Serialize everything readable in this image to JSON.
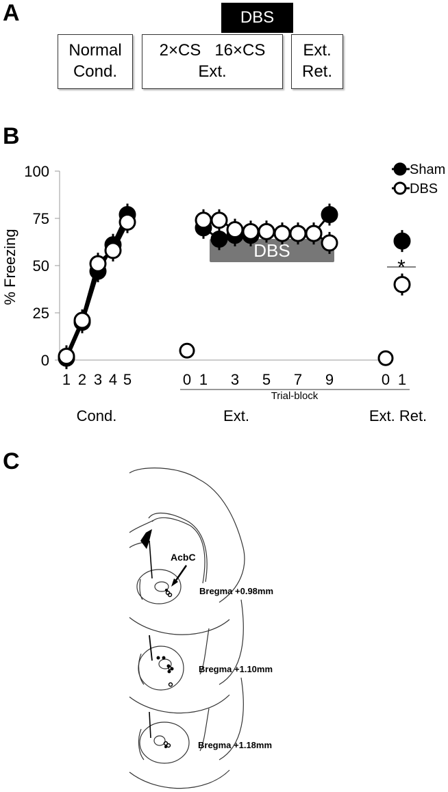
{
  "panels": {
    "a": {
      "letter": "A",
      "dbs_label": "DBS",
      "boxes": [
        {
          "line1": "Normal",
          "line2": "Cond."
        },
        {
          "line1": "2×CS   16×CS",
          "line2": "Ext."
        },
        {
          "line1": "Ext.",
          "line2": "Ret."
        }
      ]
    },
    "b": {
      "letter": "B"
    },
    "c": {
      "letter": "C",
      "region_label": "AcbC",
      "sections": [
        "Bregma +0.98mm",
        "Bregma +1.10mm",
        "Bregma +1.18mm"
      ]
    }
  },
  "chart_data": {
    "type": "line",
    "title": "",
    "ylabel": "% Freezing",
    "xlabel": "Trial-block",
    "ylim": [
      0,
      100
    ],
    "yticks": [
      0,
      25,
      50,
      75,
      100
    ],
    "grid": false,
    "legend_position": "top-right",
    "phase_labels": [
      "Cond.",
      "Ext.",
      "Ext. Ret."
    ],
    "dbs_bar_label": "DBS",
    "significance_marker": "*",
    "groups": [
      {
        "phase": "Cond.",
        "x": [
          "1",
          "2",
          "3",
          "4",
          "5"
        ],
        "series": [
          {
            "name": "Sham",
            "values": [
              1,
              20,
              47,
              61,
              77
            ]
          },
          {
            "name": "DBS",
            "values": [
              2,
              21,
              51,
              58,
              73
            ]
          }
        ]
      },
      {
        "phase": "Ext.",
        "x": [
          "0",
          "1",
          "2",
          "3",
          "4",
          "5",
          "6",
          "7",
          "8",
          "9"
        ],
        "xtick_labels": [
          "0",
          "1",
          "3",
          "5",
          "7",
          "9"
        ],
        "series": [
          {
            "name": "Sham",
            "values": [
              5,
              70,
              64,
              66,
              66,
              68,
              67,
              67,
              67,
              77
            ]
          },
          {
            "name": "DBS",
            "values": [
              5,
              74,
              74,
              69,
              68,
              68,
              67,
              67,
              67,
              62
            ]
          }
        ]
      },
      {
        "phase": "Ext. Ret.",
        "x": [
          "0",
          "1"
        ],
        "series": [
          {
            "name": "Sham",
            "values": [
              1,
              63
            ]
          },
          {
            "name": "DBS",
            "values": [
              1,
              40
            ]
          }
        ]
      }
    ],
    "legend": [
      {
        "name": "Sham",
        "marker": "filled-circle",
        "color": "#000000"
      },
      {
        "name": "DBS",
        "marker": "open-circle",
        "color": "#ffffff"
      }
    ]
  }
}
